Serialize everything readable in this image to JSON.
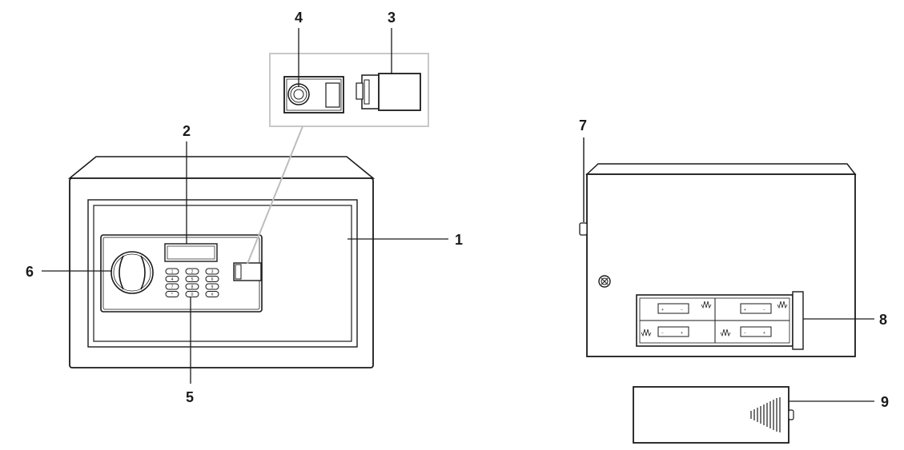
{
  "callouts": {
    "c1": "1",
    "c2": "2",
    "c3": "3",
    "c4": "4",
    "c5": "5",
    "c6": "6",
    "c7": "7",
    "c8": "8",
    "c9": "9"
  },
  "keypad": {
    "keys": [
      "1",
      "2",
      "3",
      "4",
      "5",
      "6",
      "7",
      "8",
      "9",
      "*",
      "0",
      "#"
    ]
  },
  "battery_compartment": {
    "polarity_marks": [
      "+",
      "−",
      "−",
      "+"
    ]
  },
  "colors": {
    "line": "#1a1a1a",
    "inset_border": "#c8c8c8",
    "inset_leader": "#bdbdbd",
    "fill": "#ffffff"
  }
}
